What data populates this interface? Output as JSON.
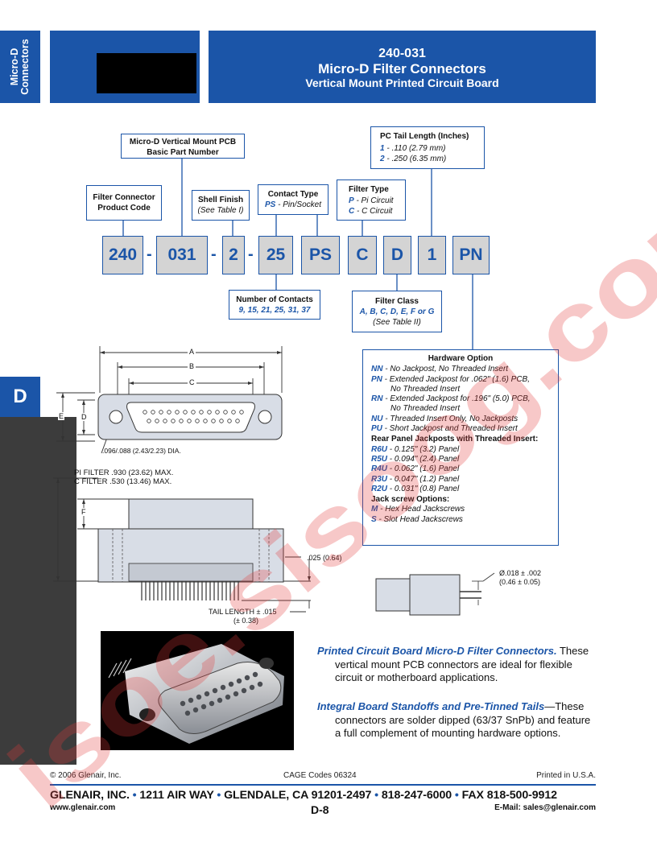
{
  "side_tab": {
    "line1": "Micro-D",
    "line2": "Connectors"
  },
  "header": {
    "code": "240-031",
    "title": "Micro-D Filter Connectors",
    "subtitle": "Vertical Mount Printed Circuit Board"
  },
  "section_tab": "D",
  "part_number": {
    "boxes": [
      "240",
      "031",
      "2",
      "25",
      "PS",
      "C",
      "D",
      "1",
      "PN"
    ],
    "separator": "-"
  },
  "callouts": {
    "basic": {
      "title1": "Micro-D Vertical Mount PCB",
      "title2": "Basic Part Number"
    },
    "product_code": {
      "title1": "Filter Connector",
      "title2": "Product Code"
    },
    "shell_finish": {
      "title": "Shell Finish",
      "note": "(See Table I)"
    },
    "contact_type": {
      "title": "Contact Type",
      "code": "PS",
      "text": " - Pin/Socket"
    },
    "filter_type": {
      "title": "Filter Type",
      "l1_code": "P",
      "l1_text": " - Pi Circuit",
      "l2_code": "C",
      "l2_text": " - C Circuit"
    },
    "tail_length": {
      "title": "PC Tail Length (Inches)",
      "l1_code": "1",
      "l1_text": " - .110 (2.79 mm)",
      "l2_code": "2",
      "l2_text": " - .250 (6.35 mm)"
    },
    "contacts": {
      "title": "Number of Contacts",
      "values": "9, 15, 21, 25, 31, 37"
    },
    "filter_class": {
      "title": "Filter Class",
      "values": "A, B, C, D, E, F or G",
      "note": "(See Table II)"
    }
  },
  "hardware": {
    "title": "Hardware Option",
    "opt1": {
      "code": "NN",
      "text": " - No Jackpost, No Threaded Insert"
    },
    "opt2": {
      "code": "PN",
      "text": " - Extended Jackpost for .062\" (1.6) PCB,",
      "cont": "No Threaded Insert"
    },
    "opt3": {
      "code": "RN",
      "text": " - Extended Jackpost for .196\" (5.0) PCB,",
      "cont": "No Threaded Insert"
    },
    "opt4": {
      "code": "NU",
      "text": " - Threaded Insert Only, No Jackposts"
    },
    "opt5": {
      "code": "PU",
      "text": " - Short Jackpost and Threaded Insert"
    },
    "rear_title": "Rear Panel Jackposts with Threaded Insert:",
    "r1": {
      "code": "R6U",
      "text": " - 0.125\" (3.2) Panel"
    },
    "r2": {
      "code": "R5U",
      "text": " - 0.094\" (2.4) Panel"
    },
    "r3": {
      "code": "R4U",
      "text": " - 0.062\" (1.6) Panel"
    },
    "r4": {
      "code": "R3U",
      "text": " - 0.047\" (1.2) Panel"
    },
    "r5": {
      "code": "R2U",
      "text": " - 0.031\" (0.8) Panel"
    },
    "jack_title": "Jack screw Options:",
    "j1": {
      "code": "M",
      "text": " - Hex Head Jackscrews"
    },
    "j2": {
      "code": "S",
      "text": " - Slot Head Jackscrews"
    }
  },
  "drawing": {
    "dim_a": "A",
    "dim_b": "B",
    "dim_c": "C",
    "dim_d": "D",
    "dim_e": "E",
    "dim_f": "F",
    "hole": ".096/.088 (2.43/2.23) DIA.",
    "pi_filter": "PI FILTER .930 (23.62) MAX.",
    "c_filter": "C FILTER .530 (13.46) MAX.",
    "standoff": ".025 (0.64)",
    "tail1": "TAIL LENGTH ± .015",
    "tail2": "(± 0.38)",
    "pin_dia1": "Ø.018 ± .002",
    "pin_dia2": "(0.46 ± 0.05)"
  },
  "description": {
    "p1_lead": "Printed Circuit Board Micro-D Filter Connectors.",
    "p1_l1": " These",
    "p1_l2": "vertical mount PCB connectors are ideal for flexible",
    "p1_l3": "circuit or motherboard applications.",
    "p2_lead": "Integral Board Standoffs and Pre-Tinned Tails",
    "p2_l1": "—These",
    "p2_l2": "connectors are solder dipped (63/37 SnPb) and feature",
    "p2_l3": "a full complement of mounting hardware options."
  },
  "footer": {
    "copyright": "© 2006 Glenair, Inc.",
    "cage": "CAGE Codes 06324",
    "printed": "Printed in U.S.A.",
    "company": "GLENAIR, INC.",
    "address": "1211 AIR WAY",
    "city": "GLENDALE, CA 91201-2497",
    "phone": "818-247-6000",
    "fax": "FAX 818-500-9912",
    "bullet": "•",
    "web": "www.glenair.com",
    "page": "D-8",
    "email": "E-Mail: sales@glenair.com"
  },
  "watermark": {
    "text": "isoe.sisoog.com"
  }
}
